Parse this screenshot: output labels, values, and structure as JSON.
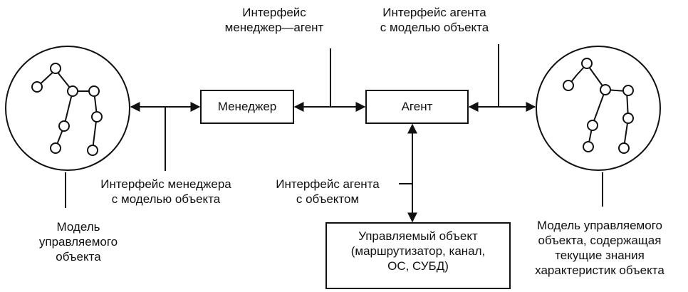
{
  "labels": {
    "iface_manager_agent_1": "Интерфейс",
    "iface_manager_agent_2": "менеджер—агент",
    "iface_agent_model_1": "Интерфейс агента",
    "iface_agent_model_2": "с моделью объекта",
    "iface_manager_model_1": "Интерфейс менеджера",
    "iface_manager_model_2": "с моделью объекта",
    "iface_agent_object_1": "Интерфейс агента",
    "iface_agent_object_2": "с объектом",
    "left_model_1": "Модель",
    "left_model_2": "управляемого",
    "left_model_3": "объекта",
    "right_model_1": "Модель управляемого",
    "right_model_2": "объекта, содержащая",
    "right_model_3": "текущие знания",
    "right_model_4": "характеристик объекта"
  },
  "boxes": {
    "manager": "Менеджер",
    "agent": "Агент",
    "object_1": "Управляемый объект",
    "object_2": "(маршрутизатор, канал,",
    "object_3": "ОС, СУБД)"
  }
}
